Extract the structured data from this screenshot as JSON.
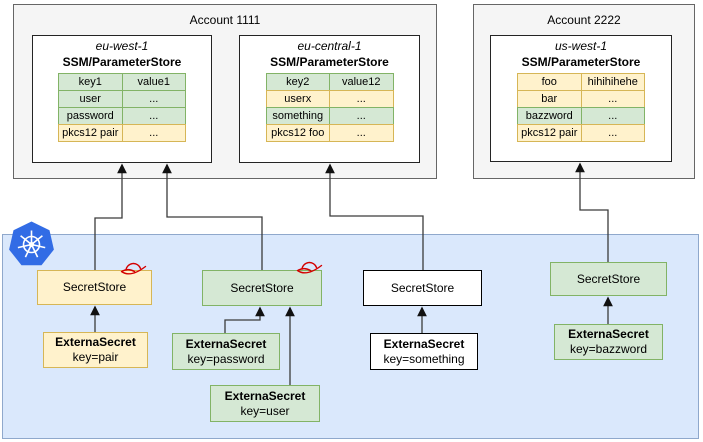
{
  "accounts": [
    {
      "label": "Account 1111"
    },
    {
      "label": "Account 2222"
    }
  ],
  "regions": [
    {
      "name": "eu-west-1",
      "store_title": "SSM/ParameterStore",
      "rows": [
        [
          "key1",
          "value1"
        ],
        [
          "user",
          "..."
        ],
        [
          "password",
          "..."
        ],
        [
          "pkcs12 pair",
          "..."
        ]
      ],
      "row_variants": [
        "green",
        "green",
        "green",
        "yellow"
      ]
    },
    {
      "name": "eu-central-1",
      "store_title": "SSM/ParameterStore",
      "rows": [
        [
          "key2",
          "value12"
        ],
        [
          "userx",
          "..."
        ],
        [
          "something",
          "..."
        ],
        [
          "pkcs12 foo",
          "..."
        ]
      ],
      "row_variants": [
        "green",
        "yellow",
        "green",
        "yellow"
      ]
    },
    {
      "name": "us-west-1",
      "store_title": "SSM/ParameterStore",
      "rows": [
        [
          "foo",
          "hihihihehe"
        ],
        [
          "bar",
          "..."
        ],
        [
          "bazzword",
          "..."
        ],
        [
          "pkcs12 pair",
          "..."
        ]
      ],
      "row_variants": [
        "yellow",
        "yellow",
        "green",
        "yellow"
      ]
    }
  ],
  "secret_stores": [
    {
      "label": "SecretStore",
      "variant": "yellow",
      "redhat": true
    },
    {
      "label": "SecretStore",
      "variant": "green",
      "redhat": true
    },
    {
      "label": "SecretStore",
      "variant": "white",
      "redhat": false
    },
    {
      "label": "SecretStore",
      "variant": "green",
      "redhat": false
    }
  ],
  "external_secrets": [
    {
      "title": "ExternaSecret",
      "key": "key=pair",
      "variant": "yellow"
    },
    {
      "title": "ExternaSecret",
      "key": "key=password",
      "variant": "green"
    },
    {
      "title": "ExternaSecret",
      "key": "key=user",
      "variant": "green"
    },
    {
      "title": "ExternaSecret",
      "key": "key=something",
      "variant": "white"
    },
    {
      "title": "ExternaSecret",
      "key": "key=bazzword",
      "variant": "green"
    }
  ],
  "icons": {
    "kubernetes": "kubernetes-logo",
    "redhat": "redhat-fedora-logo"
  },
  "colors": {
    "green_fill": "#d5e8d4",
    "green_border": "#82b366",
    "yellow_fill": "#fff2cc",
    "yellow_border": "#d6b656",
    "cluster_fill": "#dae8fc",
    "cluster_border": "#8fa8cc",
    "account_fill": "#f5f5f5",
    "account_border": "#666666",
    "k8s_blue": "#326ce5",
    "redhat_red": "#dd0000",
    "arrow": "#3b3b3b"
  }
}
